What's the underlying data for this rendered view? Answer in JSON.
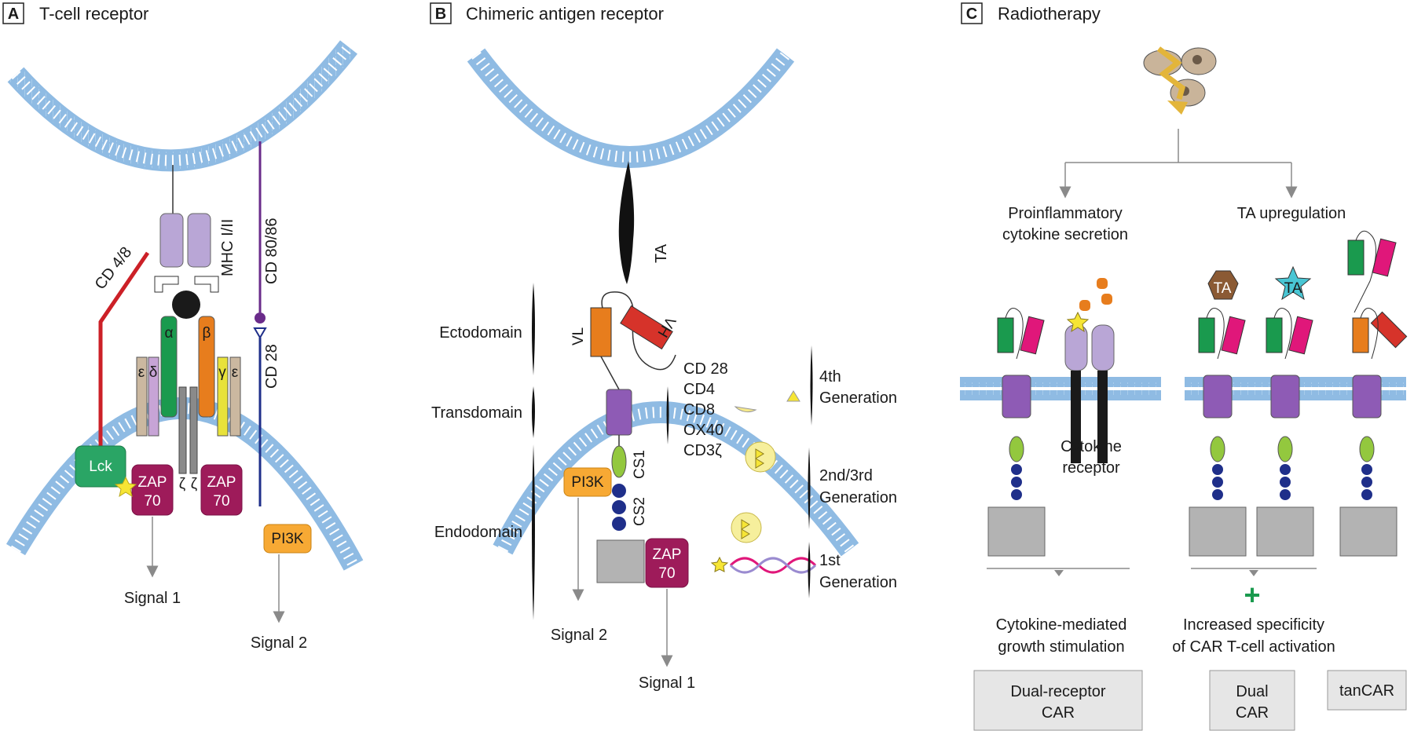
{
  "panels": {
    "a": {
      "letter": "A",
      "title": "T-cell receptor",
      "cd48": "CD 4/8",
      "mhc": "MHC I/II",
      "cd8086": "CD 80/86",
      "cd28": "CD 28",
      "alpha": "α",
      "beta": "β",
      "epsilon": "ε",
      "delta": "δ",
      "gamma": "γ",
      "zeta": "ζ",
      "lck": "Lck",
      "zap_line1": "ZAP",
      "zap_line2": "70",
      "pi3k": "PI3K",
      "signal1": "Signal 1",
      "signal2": "Signal 2"
    },
    "b": {
      "letter": "B",
      "title": "Chimeric antigen receptor",
      "ta": "TA",
      "ectodomain": "Ectodomain",
      "transdomain": "Transdomain",
      "endodomain": "Endodomain",
      "vl": "VL",
      "vh": "VH",
      "cs1": "CS1",
      "cs2": "CS2",
      "pi3k": "PI3K",
      "zap_line1": "ZAP",
      "zap_line2": "70",
      "costim": [
        "CD 28",
        "CD4",
        "CD8",
        "OX40",
        "CD3ζ"
      ],
      "gen4_line1": "4th",
      "gen4_line2": "Generation",
      "gen23_line1": "2nd/3rd",
      "gen23_line2": "Generation",
      "gen1_line1": "1st",
      "gen1_line2": "Generation",
      "signal2": "Signal 2",
      "signal1": "Signal 1"
    },
    "c": {
      "letter": "C",
      "title": "Radiotherapy",
      "left_branch_line1": "Proinflammatory",
      "left_branch_line2": "cytokine secretion",
      "right_branch": "TA upregulation",
      "cytokine_receptor_line1": "Cytokine",
      "cytokine_receptor_line2": "receptor",
      "ta_badge": "TA",
      "plus": "+",
      "left_outcome_line1": "Cytokine-mediated",
      "left_outcome_line2": "growth stimulation",
      "right_outcome_line1": "Increased specificity",
      "right_outcome_line2": "of CAR T-cell activation",
      "box_dual_receptor_line1": "Dual-receptor",
      "box_dual_receptor_line2": "CAR",
      "box_dual_line1": "Dual",
      "box_dual_line2": "CAR",
      "box_tancar": "tanCAR"
    }
  },
  "colors": {
    "membrane": "#8fbbe3",
    "purple_domain": "#8e5bb5",
    "lilac": "#b9a6d6",
    "green": "#1a9a4e",
    "pink": "#e0177a",
    "orange": "#e77d1d",
    "red": "#d6332a",
    "zap": "#9e1b5a",
    "pi3k": "#f7a934",
    "lck": "#2aa565",
    "navy": "#1f2f8a",
    "lime": "#93c83e",
    "gray_box": "#b3b3b3",
    "arrow_gray": "#8a8a8a",
    "plus_green": "#1a9a4e",
    "yellow": "#f6e535"
  }
}
